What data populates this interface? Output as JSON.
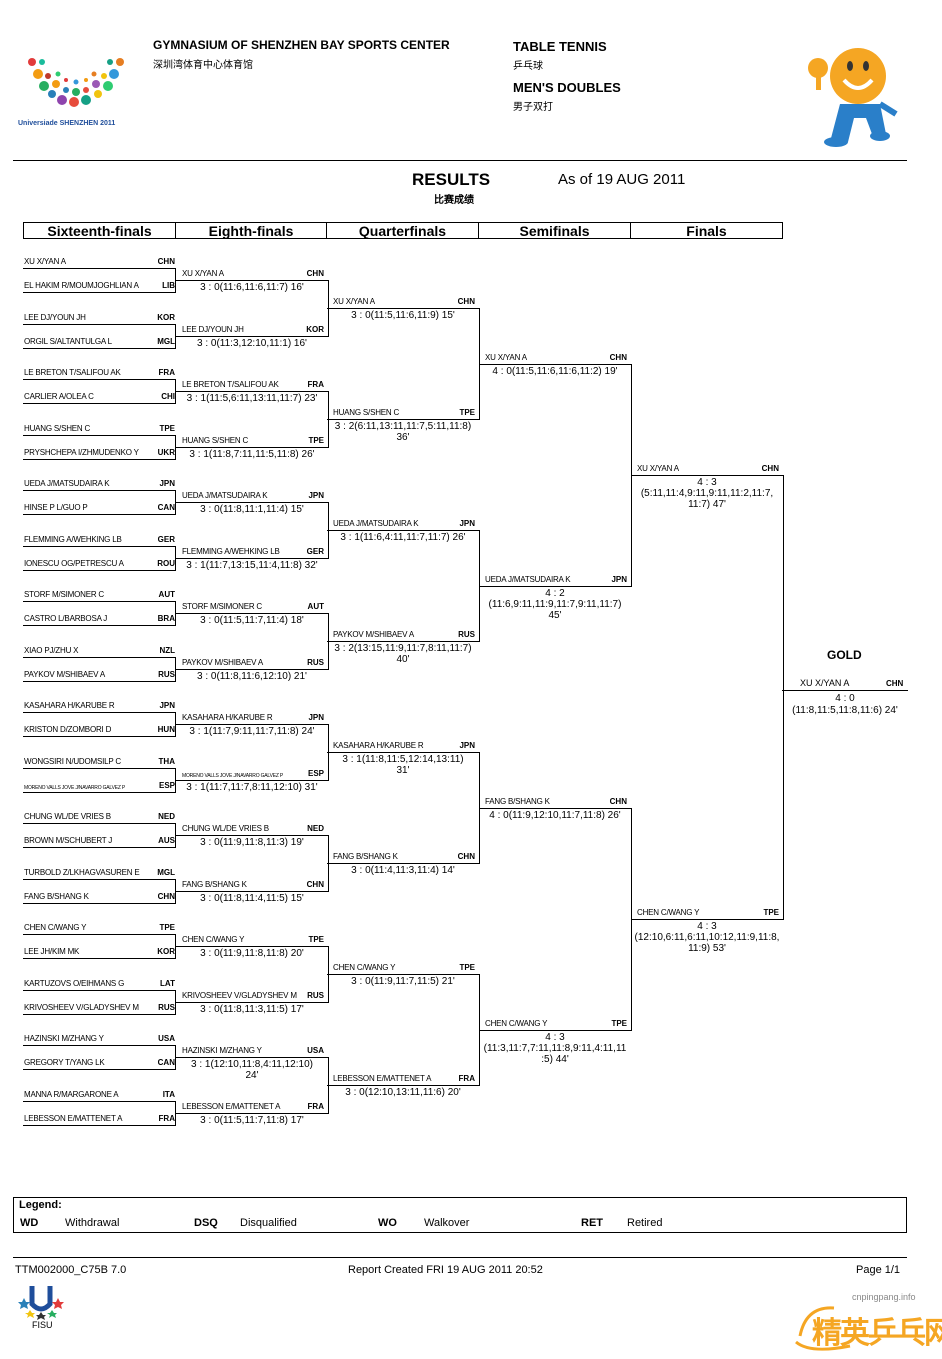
{
  "header": {
    "venue_en": "GYMNASIUM OF SHENZHEN BAY SPORTS CENTER",
    "venue_cn": "深圳湾体育中心体育馆",
    "sport_en": "TABLE TENNIS",
    "sport_cn": "乒乓球",
    "event_en": "MEN'S DOUBLES",
    "event_cn": "男子双打",
    "logo_text": "Universiade SHENZHEN 2011"
  },
  "results": {
    "title": "RESULTS",
    "title_cn": "比赛成绩",
    "as_of": "As of 19 AUG 2011"
  },
  "rounds": [
    "Sixteenth-finals",
    "Eighth-finals",
    "Quarterfinals",
    "Semifinals",
    "Finals"
  ],
  "r16": [
    {
      "team": "XU X/YAN A",
      "noc": "CHN"
    },
    {
      "team": "EL HAKIM R/MOUMJOGHLIAN A",
      "noc": "LIB"
    },
    {
      "team": "LEE DJ/YOUN JH",
      "noc": "KOR"
    },
    {
      "team": "ORGIL S/ALTANTULGA L",
      "noc": "MGL"
    },
    {
      "team": "LE BRETON T/SALIFOU AK",
      "noc": "FRA"
    },
    {
      "team": "CARLIER A/OLEA C",
      "noc": "CHI"
    },
    {
      "team": "HUANG S/SHEN C",
      "noc": "TPE"
    },
    {
      "team": "PRYSHCHEPA I/ZHMUDENKO Y",
      "noc": "UKR"
    },
    {
      "team": "UEDA J/MATSUDAIRA K",
      "noc": "JPN"
    },
    {
      "team": "HINSE P L/GUO P",
      "noc": "CAN"
    },
    {
      "team": "FLEMMING A/WEHKING LB",
      "noc": "GER"
    },
    {
      "team": "IONESCU OG/PETRESCU A",
      "noc": "ROU"
    },
    {
      "team": "STORF M/SIMONER C",
      "noc": "AUT"
    },
    {
      "team": "CASTRO L/BARBOSA J",
      "noc": "BRA"
    },
    {
      "team": "XIAO PJ/ZHU X",
      "noc": "NZL"
    },
    {
      "team": "PAYKOV M/SHIBAEV A",
      "noc": "RUS"
    },
    {
      "team": "KASAHARA H/KARUBE R",
      "noc": "JPN"
    },
    {
      "team": "KRISTON D/ZOMBORI D",
      "noc": "HUN"
    },
    {
      "team": "WONGSIRI N/UDOMSILP C",
      "noc": "THA"
    },
    {
      "team": "MORENO VALLS JOVE J/NAVARRO GALVEZ P",
      "noc": "ESP"
    },
    {
      "team": "CHUNG WL/DE VRIES B",
      "noc": "NED"
    },
    {
      "team": "BROWN M/SCHUBERT J",
      "noc": "AUS"
    },
    {
      "team": "TURBOLD Z/LKHAGVASUREN E",
      "noc": "MGL"
    },
    {
      "team": "FANG B/SHANG K",
      "noc": "CHN"
    },
    {
      "team": "CHEN C/WANG Y",
      "noc": "TPE"
    },
    {
      "team": "LEE JH/KIM MK",
      "noc": "KOR"
    },
    {
      "team": "KARTUZOVS O/EIHMANS G",
      "noc": "LAT"
    },
    {
      "team": "KRIVOSHEEV V/GLADYSHEV M",
      "noc": "RUS"
    },
    {
      "team": "HAZINSKI M/ZHANG Y",
      "noc": "USA"
    },
    {
      "team": "GREGORY T/YANG LK",
      "noc": "CAN"
    },
    {
      "team": "MANNA R/MARGARONE A",
      "noc": "ITA"
    },
    {
      "team": "LEBESSON E/MATTENET A",
      "noc": "FRA"
    }
  ],
  "r8": [
    {
      "team": "XU X/YAN A",
      "noc": "CHN",
      "score": "3 : 0(11:6,11:6,11:7)  16'"
    },
    {
      "team": "LEE DJ/YOUN JH",
      "noc": "KOR",
      "score": "3 : 0(11:3,12:10,11:1)  16'"
    },
    {
      "team": "LE BRETON T/SALIFOU AK",
      "noc": "FRA",
      "score": "3 : 1(11:5,6:11,13:11,11:7)  23'"
    },
    {
      "team": "HUANG S/SHEN C",
      "noc": "TPE",
      "score": "3 : 1(11:8,7:11,11:5,11:8)  26'"
    },
    {
      "team": "UEDA J/MATSUDAIRA K",
      "noc": "JPN",
      "score": "3 : 0(11:8,11:1,11:4)  15'"
    },
    {
      "team": "FLEMMING A/WEHKING LB",
      "noc": "GER",
      "score": "3 : 1(11:7,13:15,11:4,11:8)  32'"
    },
    {
      "team": "STORF M/SIMONER C",
      "noc": "AUT",
      "score": "3 : 0(11:5,11:7,11:4)  18'"
    },
    {
      "team": "PAYKOV M/SHIBAEV A",
      "noc": "RUS",
      "score": "3 : 0(11:8,11:6,12:10)  21'"
    },
    {
      "team": "KASAHARA H/KARUBE R",
      "noc": "JPN",
      "score": "3 : 1(11:7,9:11,11:7,11:8)  24'"
    },
    {
      "team": "MORENO VALLS JOVE J/NAVARRO GALVEZ P",
      "noc": "ESP",
      "score": "3 : 1(11:7,11:7,8:11,12:10)  31'"
    },
    {
      "team": "CHUNG WL/DE VRIES B",
      "noc": "NED",
      "score": "3 : 0(11:9,11:8,11:3)  19'"
    },
    {
      "team": "FANG B/SHANG K",
      "noc": "CHN",
      "score": "3 : 0(11:8,11:4,11:5)  15'"
    },
    {
      "team": "CHEN C/WANG Y",
      "noc": "TPE",
      "score": "3 : 0(11:9,11:8,11:8)  20'"
    },
    {
      "team": "KRIVOSHEEV V/GLADYSHEV M",
      "noc": "RUS",
      "score": "3 : 0(11:8,11:3,11:5)  17'"
    },
    {
      "team": "HAZINSKI M/ZHANG Y",
      "noc": "USA",
      "score": "3 : 1(12:10,11:8,4:11,12:10)",
      "score2": "24'"
    },
    {
      "team": "LEBESSON E/MATTENET A",
      "noc": "FRA",
      "score": "3 : 0(11:5,11:7,11:8)  17'"
    }
  ],
  "qf": [
    {
      "team": "XU X/YAN A",
      "noc": "CHN",
      "score": "3 : 0(11:5,11:6,11:9)  15'"
    },
    {
      "team": "HUANG S/SHEN C",
      "noc": "TPE",
      "score": "3 : 2(6:11,13:11,11:7,5:11,11:8)",
      "score2": "36'"
    },
    {
      "team": "UEDA J/MATSUDAIRA K",
      "noc": "JPN",
      "score": "3 : 1(11:6,4:11,11:7,11:7)  26'"
    },
    {
      "team": "PAYKOV M/SHIBAEV A",
      "noc": "RUS",
      "score": "3 : 2(13:15,11:9,11:7,8:11,11:7)",
      "score2": "40'"
    },
    {
      "team": "KASAHARA H/KARUBE R",
      "noc": "JPN",
      "score": "3 : 1(11:8,11:5,12:14,13:11)",
      "score2": "31'"
    },
    {
      "team": "FANG B/SHANG K",
      "noc": "CHN",
      "score": "3 : 0(11:4,11:3,11:4)  14'"
    },
    {
      "team": "CHEN C/WANG Y",
      "noc": "TPE",
      "score": "3 : 0(11:9,11:7,11:5)  21'"
    },
    {
      "team": "LEBESSON E/MATTENET A",
      "noc": "FRA",
      "score": "3 : 0(12:10,13:11,11:6)  20'"
    }
  ],
  "sf": [
    {
      "team": "XU X/YAN A",
      "noc": "CHN",
      "score": "4 : 0(11:5,11:6,11:6,11:2)  19'"
    },
    {
      "team": "UEDA J/MATSUDAIRA K",
      "noc": "JPN",
      "score": "4 : 2",
      "score2": "(11:6,9:11,11:9,11:7,9:11,11:7)",
      "score3": "45'"
    },
    {
      "team": "FANG B/SHANG K",
      "noc": "CHN",
      "score": "4 : 0(11:9,12:10,11:7,11:8)  26'"
    },
    {
      "team": "CHEN C/WANG Y",
      "noc": "TPE",
      "score": "4 : 3",
      "score2": "(11:3,11:7,7:11,11:8,9:11,4:11,11",
      "score3": ":5)  44'"
    }
  ],
  "finals": [
    {
      "team": "XU X/YAN A",
      "noc": "CHN",
      "score": "4 : 3",
      "score2": "(5:11,11:4,9:11,9:11,11:2,11:7,",
      "score3": "11:7)  47'"
    },
    {
      "team": "CHEN C/WANG Y",
      "noc": "TPE",
      "score": "4 : 3",
      "score2": "(12:10,6:11,6:11,10:12,11:9,11:8,",
      "score3": "11:9)  53'"
    }
  ],
  "gold": {
    "label": "GOLD",
    "team": "XU X/YAN A",
    "noc": "CHN",
    "score": "4 : 0",
    "score2": "(11:8,11:5,11:8,11:6)  24'"
  },
  "legend": {
    "title": "Legend:",
    "items": [
      {
        "code": "WD",
        "desc": "Withdrawal"
      },
      {
        "code": "DSQ",
        "desc": "Disqualified"
      },
      {
        "code": "WO",
        "desc": "Walkover"
      },
      {
        "code": "RET",
        "desc": "Retired"
      }
    ]
  },
  "footer": {
    "code": "TTM002000_C75B 7.0",
    "created": "Report Created  FRI 19 AUG 2011 20:52",
    "page": "Page 1/1",
    "fisu": "FISU",
    "watermark_site": "cnpingpang.info",
    "watermark_cn": "精英乒乓网"
  },
  "colors": {
    "accent_orange": "#f5a623",
    "mascot_blue": "#2a7fc9"
  }
}
